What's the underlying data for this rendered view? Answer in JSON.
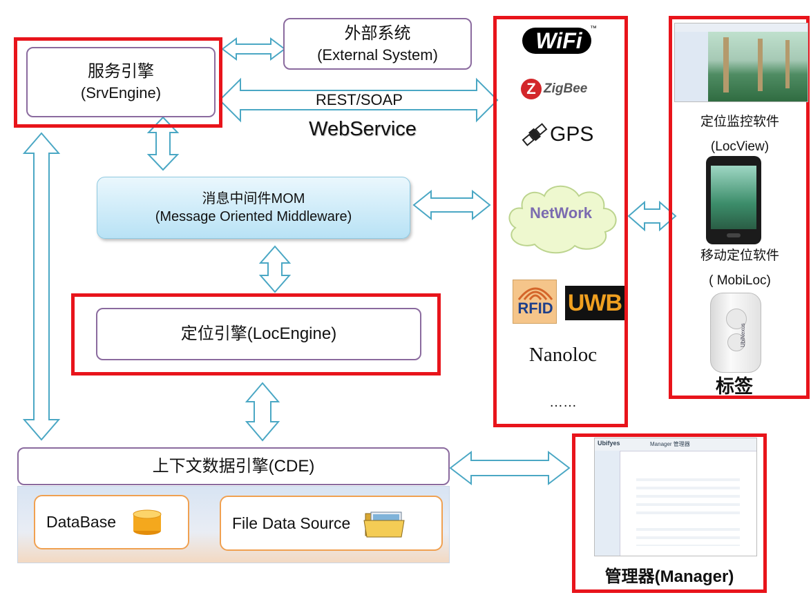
{
  "srv_engine": {
    "title": "服务引擎",
    "subtitle": "(SrvEngine)"
  },
  "external_system": {
    "title": "外部系统",
    "subtitle": "(External System)"
  },
  "rest_soap": "REST/SOAP",
  "webservice": "WebService",
  "mom": {
    "title": "消息中间件MOM",
    "subtitle": "(Message Oriented Middleware)"
  },
  "loc_engine": {
    "title": "定位引擎(LocEngine)"
  },
  "cde": {
    "title": "上下文数据引擎(CDE)"
  },
  "database": {
    "label": "DataBase"
  },
  "file_source": {
    "label": "File Data Source"
  },
  "network_panel": {
    "wifi_logo": "WiFi",
    "wifi_tm": "™",
    "zigbee_logo": "ZigBee",
    "gps_label": "GPS",
    "network_label": "NetWork",
    "rfid_logo": "RFID",
    "uwb_logo": "UWB",
    "nanoloc_label": "Nanoloc",
    "more_label": "……"
  },
  "clients": {
    "locview_title": "定位监控软件",
    "locview_subtitle": "(LocView)",
    "mobiloc_title": "移动定位软件",
    "mobiloc_subtitle": "( MobiLoc)",
    "tag_label": "标签",
    "tag_brand": "UbiNexus"
  },
  "manager": {
    "label": "管理器(Manager)",
    "logo": "Ubifyes",
    "window_title": "Manager 管理器"
  },
  "colors": {
    "red_border": "#e8141b",
    "arrow_stroke": "#4aa7c4",
    "box_border": "#8a6a9e",
    "mom_fill": "#c6e8f7",
    "cloud_fill": "#eaf7c8",
    "network_text": "#7b6bb0"
  }
}
